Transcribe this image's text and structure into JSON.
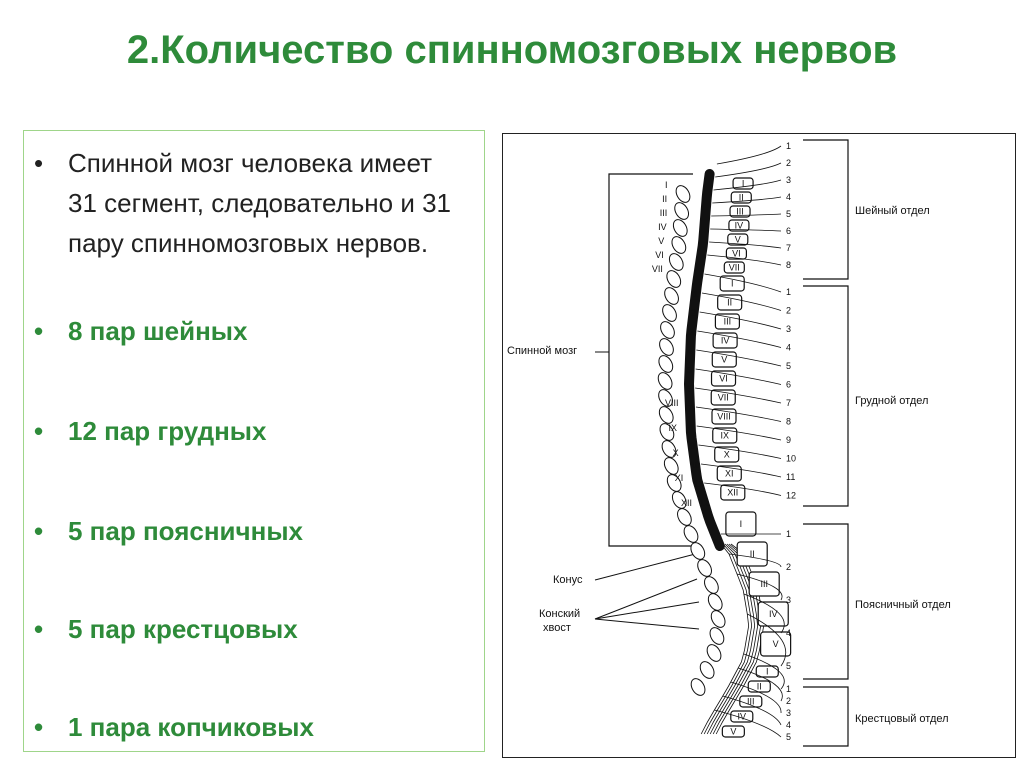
{
  "title": "2.Количество спинномозговых нервов",
  "bullets": [
    {
      "text": "Спинной мозг человека имеет 31 сегмент, следовательно и 31 пару спинномозговых нервов.",
      "style": "normal"
    },
    {
      "text": "8 пар шейных",
      "style": "green"
    },
    {
      "text": "12 пар грудных",
      "style": "green"
    },
    {
      "text": "5 пар поясничных",
      "style": "green"
    },
    {
      "text": "5 пар крестцовых",
      "style": "green"
    },
    {
      "text": "1 пара копчиковых",
      "style": "green"
    }
  ],
  "bullet_symbol": "•",
  "colors": {
    "accent_green": "#2e8b3a",
    "box_border": "#9fd58a"
  },
  "diagram": {
    "labels": {
      "cervical": "Шейный отдел",
      "thoracic": "Грудной отдел",
      "lumbar": "Поясничный отдел",
      "sacral": "Крестцовый отдел",
      "spinal_cord": "Спинной мозг",
      "conus": "Конус",
      "cauda_line1": "Конский",
      "cauda_line2": "хвост"
    },
    "cervical_nerves": [
      "1",
      "2",
      "3",
      "4",
      "5",
      "6",
      "7",
      "8"
    ],
    "thoracic_nerves": [
      "1",
      "2",
      "3",
      "4",
      "5",
      "6",
      "7",
      "8",
      "9",
      "10",
      "11",
      "12"
    ],
    "lumbar_nerves": [
      "1",
      "2",
      "3",
      "4",
      "5"
    ],
    "sacral_nerves": [
      "1",
      "2",
      "3",
      "4",
      "5"
    ],
    "cervical_vertebrae": [
      "I",
      "II",
      "III",
      "IV",
      "V",
      "VI",
      "VII"
    ],
    "thoracic_vertebrae": [
      "I",
      "II",
      "III",
      "IV",
      "V",
      "VI",
      "VII",
      "VIII",
      "IX",
      "X",
      "XI",
      "XII"
    ],
    "lumbar_vertebrae": [
      "I",
      "II",
      "III",
      "IV",
      "V"
    ],
    "sacral_vertebrae": [
      "I",
      "II",
      "III",
      "IV",
      "V"
    ],
    "cord_segments": [
      "1",
      "2",
      "3",
      "4",
      "5",
      "6",
      "7",
      "8",
      "9",
      "10",
      "11",
      "12"
    ],
    "left_cervical_marks": [
      "I",
      "II",
      "III",
      "IV",
      "V",
      "VI",
      "VII"
    ],
    "left_thoracic_marks": [
      "VIII",
      "IX",
      "X",
      "XI",
      "XII"
    ]
  }
}
